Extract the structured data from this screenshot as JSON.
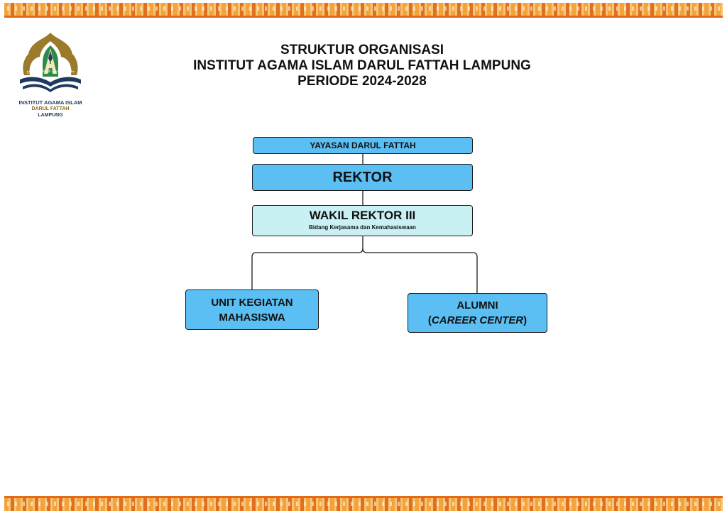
{
  "logo": {
    "arabic_text": "جامعة دار الفتح الإسلامية لامبونج",
    "line1": "INSTITUT AGAMA ISLAM",
    "line2": "DARUL FATTAH",
    "line3": "LAMPUNG"
  },
  "title": {
    "line1": "STRUKTUR ORGANISASI",
    "line2": "INSTITUT AGAMA ISLAM DARUL FATTAH LAMPUNG",
    "line3": "PERIODE 2024-2028"
  },
  "org": {
    "yayasan": "YAYASAN DARUL FATTAH",
    "rektor": "REKTOR",
    "wakil_rektor": "WAKIL REKTOR III",
    "wakil_rektor_sub": "Bidang Kerjasama dan Kemahasiswaan",
    "ukm_line1": "UNIT KEGIATAN",
    "ukm_line2": "MAHASISWA",
    "alumni_line1": "ALUMNI",
    "alumni_paren_open": "(",
    "alumni_line2": "CAREER CENTER",
    "alumni_paren_close": ")"
  },
  "colors": {
    "box_primary": "#5bbff3",
    "box_secondary": "#c9f0f3",
    "border_band": "#f3a33a"
  }
}
